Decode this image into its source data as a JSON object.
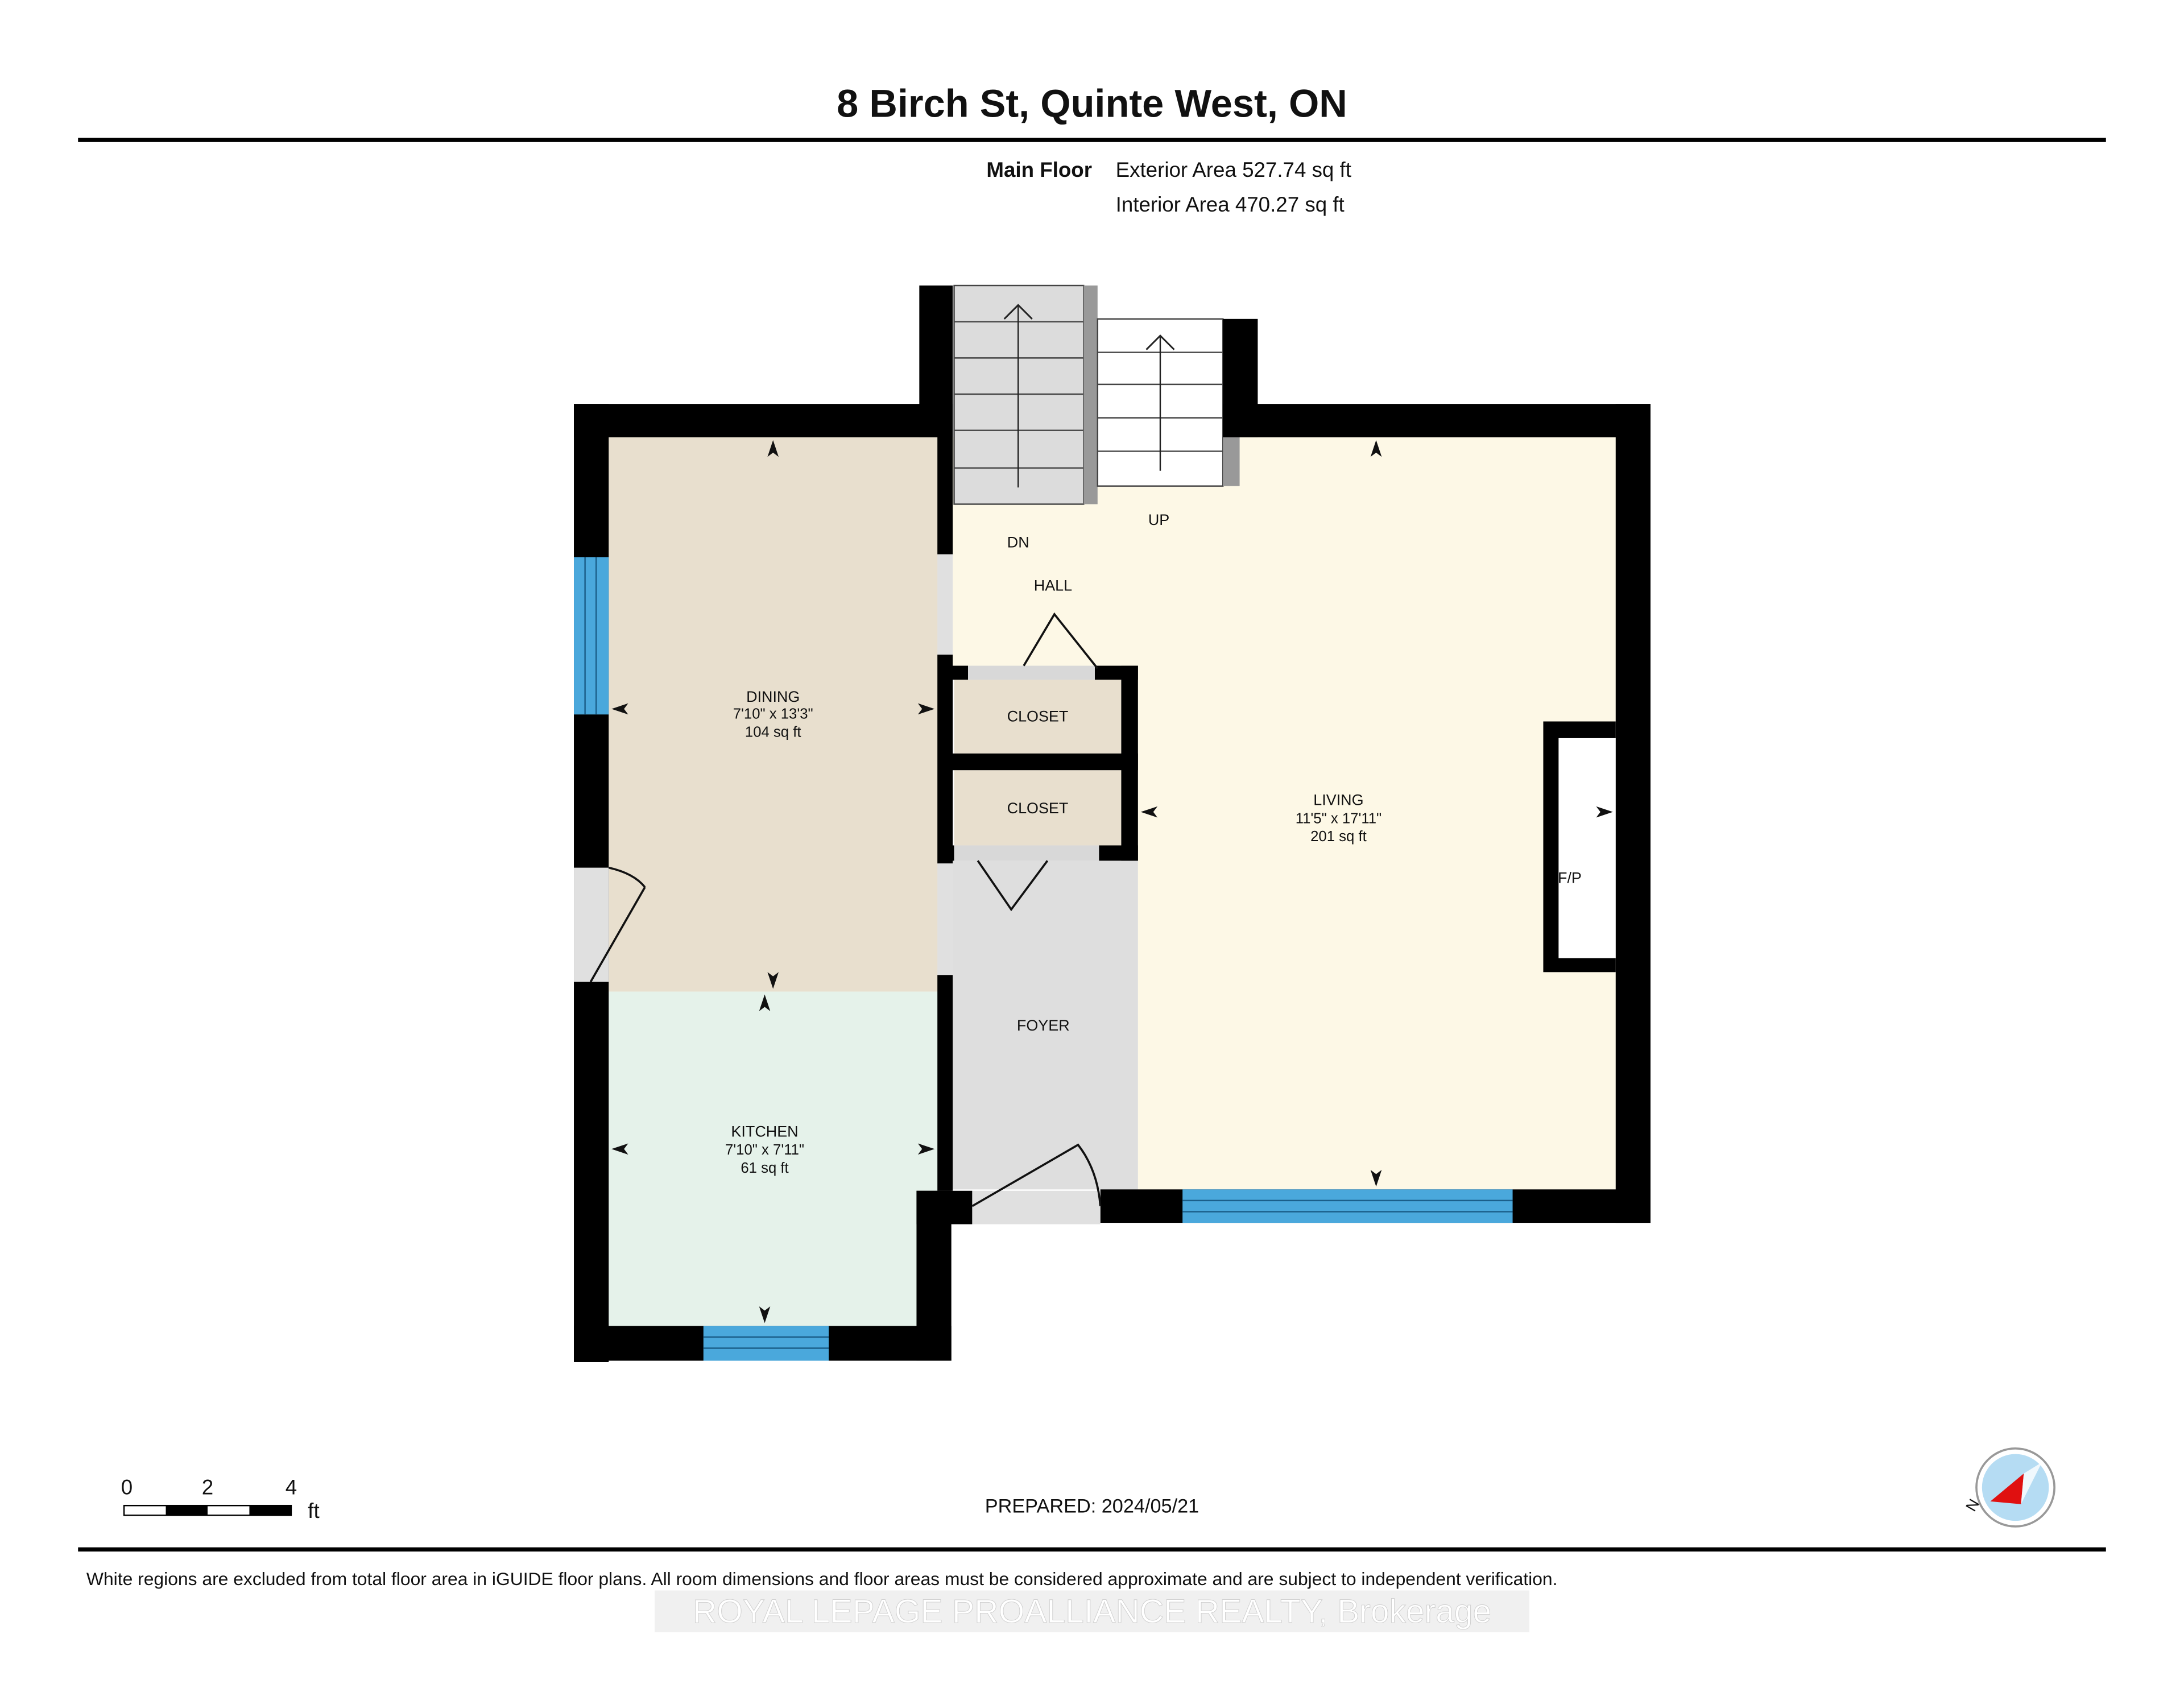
{
  "header": {
    "title": "8 Birch St, Quinte West, ON",
    "floor_label": "Main Floor",
    "exterior_area": "Exterior Area 527.74 sq ft",
    "interior_area": "Interior Area 470.27 sq ft"
  },
  "rooms": {
    "dining": {
      "name": "DINING",
      "dims": "7'10\" x 13'3\"",
      "area": "104 sq ft"
    },
    "kitchen": {
      "name": "KITCHEN",
      "dims": "7'10\" x 7'11\"",
      "area": "61 sq ft"
    },
    "living": {
      "name": "LIVING",
      "dims": "11'5\" x 17'11\"",
      "area": "201 sq ft"
    },
    "closet1": {
      "name": "CLOSET"
    },
    "closet2": {
      "name": "CLOSET"
    },
    "foyer": {
      "name": "FOYER"
    },
    "hall": {
      "name": "HALL"
    },
    "fireplace": {
      "name": "F/P"
    },
    "stairs_down": "DN",
    "stairs_up": "UP"
  },
  "scale": {
    "ticks": [
      "0",
      "2",
      "4"
    ],
    "unit": "ft"
  },
  "prepared": "PREPARED: 2024/05/21",
  "compass": {
    "label": "N"
  },
  "footer": {
    "disclaimer": "White regions are excluded from total floor area in iGUIDE floor plans. All room dimensions and floor areas must be considered approximate and are subject to independent verification.",
    "watermark": "ROYAL LEPAGE PROALLIANCE REALTY, Brokerage"
  },
  "colors": {
    "dining": "#e8dfce",
    "kitchen": "#e5f2ea",
    "living": "#fdf8e6",
    "foyer": "#dedede",
    "window": "#4aa8dc"
  }
}
